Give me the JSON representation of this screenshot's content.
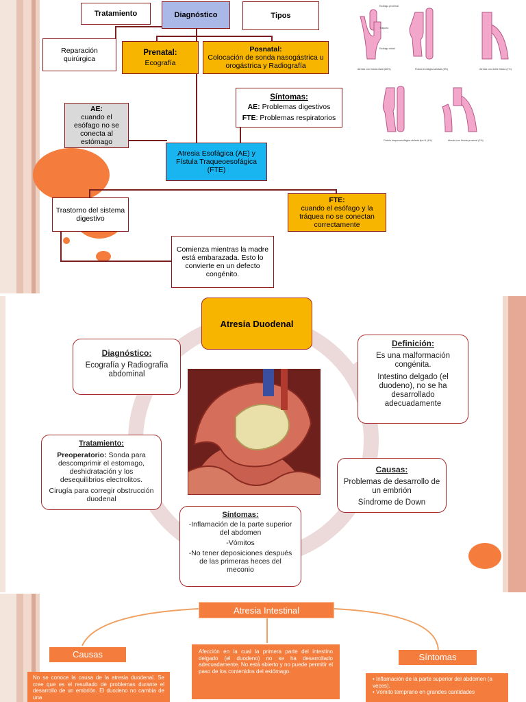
{
  "slide1": {
    "tratamiento": "Tratamiento",
    "diagnostico": "Diagnóstico",
    "tipos": "Tipos",
    "reparacion": "Reparación quirúrgica",
    "prenatal_title": "Prenatal:",
    "prenatal_text": "Ecografía",
    "posnatal_title": "Posnatal:",
    "posnatal_text": "Colocación de sonda nasogástrica u orogástrica y Radiografía",
    "sintomas_title": "Síntomas:",
    "sintomas_ae_label": "AE:",
    "sintomas_ae_text": " Problemas digestivos",
    "sintomas_fte_label": "FTE",
    "sintomas_fte_text": ": Problemas respiratorios",
    "ae_title": "AE:",
    "ae_text": "cuando el esófago no se conecta al estómago",
    "atresia_text": "Atresia Esofágica (AE) y Fístula Traqueoesofágica (FTE)",
    "trastorno_text": "Trastorno del sistema digestivo",
    "fte_title": "FTE:",
    "fte_text": "cuando el esófago y la tráquea no se conectan correctamente",
    "comienza_text": "Comienza mientras la madre está embarazada. Esto lo convierte en un defecto congénito.",
    "img_labels": {
      "a1": "Esófago proximal",
      "a2": "Tráquea",
      "a3": "Esófago distal",
      "c1": "Atresia con fístula distal (86%)",
      "c2": "Fístula esofágica aislada (8%)",
      "c3": "Atresia con doble fístula (1%)",
      "c4": "Fístula traqueoesofágica aislada tipo H (4%)",
      "c5": "Atresia con fístula proximal (1%)"
    }
  },
  "slide2": {
    "title": "Atresia Duodenal",
    "definicion_title": "Definición:",
    "definicion_p1": "Es una malformación congénita.",
    "definicion_p2": "Intestino delgado (el duodeno), no se ha desarrollado adecuadamente",
    "diagnostico_title": "Diagnóstico:",
    "diagnostico_text": "Ecografía y Radiografía abdominal",
    "causas_title": "Causas:",
    "causas_p1": "Problemas de desarrollo de un embrión",
    "causas_p2": "Síndrome de Down",
    "tratamiento_title": "Tratamiento:",
    "tratamiento_label": "Preoperatorio:",
    "tratamiento_p1": " Sonda para descomprimir el estomago, deshidratación y los desequilibrios electrolitos.",
    "tratamiento_p2": "Cirugía para corregir obstrucción duodenal",
    "sintomas_title": "Síntomas:",
    "sintomas_p1": "-Inflamación de la parte superior del abdomen",
    "sintomas_p2": "-Vómitos",
    "sintomas_p3": "-No tener deposiciones después de las primeras heces del meconio"
  },
  "slide3": {
    "title": "Atresia Intestinal",
    "causas_title": "Causas",
    "causas_text": "No se conoce la causa de la atresia duodenal. Se cree que es el resultado de problemas durante el desarrollo de un embrión. El duodeno no cambia de una",
    "centro_text": "Afección en la cual la primera parte del intestino delgado (el duodeno) no se ha desarrollado adecuadamente. No está abierto y no puede permitir el paso de los contenidos del estómago.",
    "sintomas_title": "Síntomas",
    "sintomas_p1": "Inflamación de la parte superior del abdomen (a veces).",
    "sintomas_p2": "Vómito temprano en grandes cantidades"
  },
  "colors": {
    "accent_orange": "#f47c3c",
    "box_yellow": "#f7b500",
    "box_blue": "#19b5f0",
    "box_lavender": "#aab8e8",
    "border_red": "#8b1a1a"
  }
}
